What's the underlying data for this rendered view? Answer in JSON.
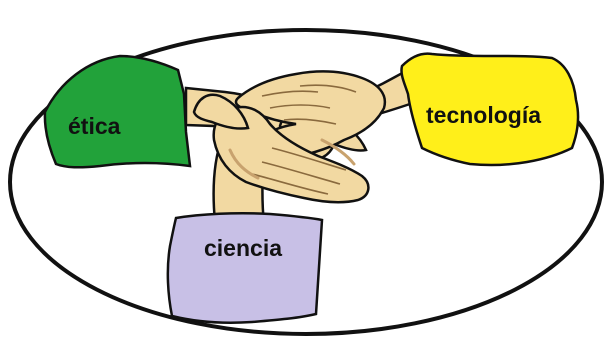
{
  "labels": {
    "ethics": "ética",
    "technology": "tecnología",
    "science": "ciencia"
  },
  "colors": {
    "ethics_sleeve": "#22a23a",
    "technology_sleeve": "#ffef1a",
    "science_sleeve": "#c8c0e6",
    "skin": "#f2d9a2",
    "skin_shadow": "#c8a26e",
    "outline": "#111111",
    "ellipse_fill": "#ffffff"
  }
}
